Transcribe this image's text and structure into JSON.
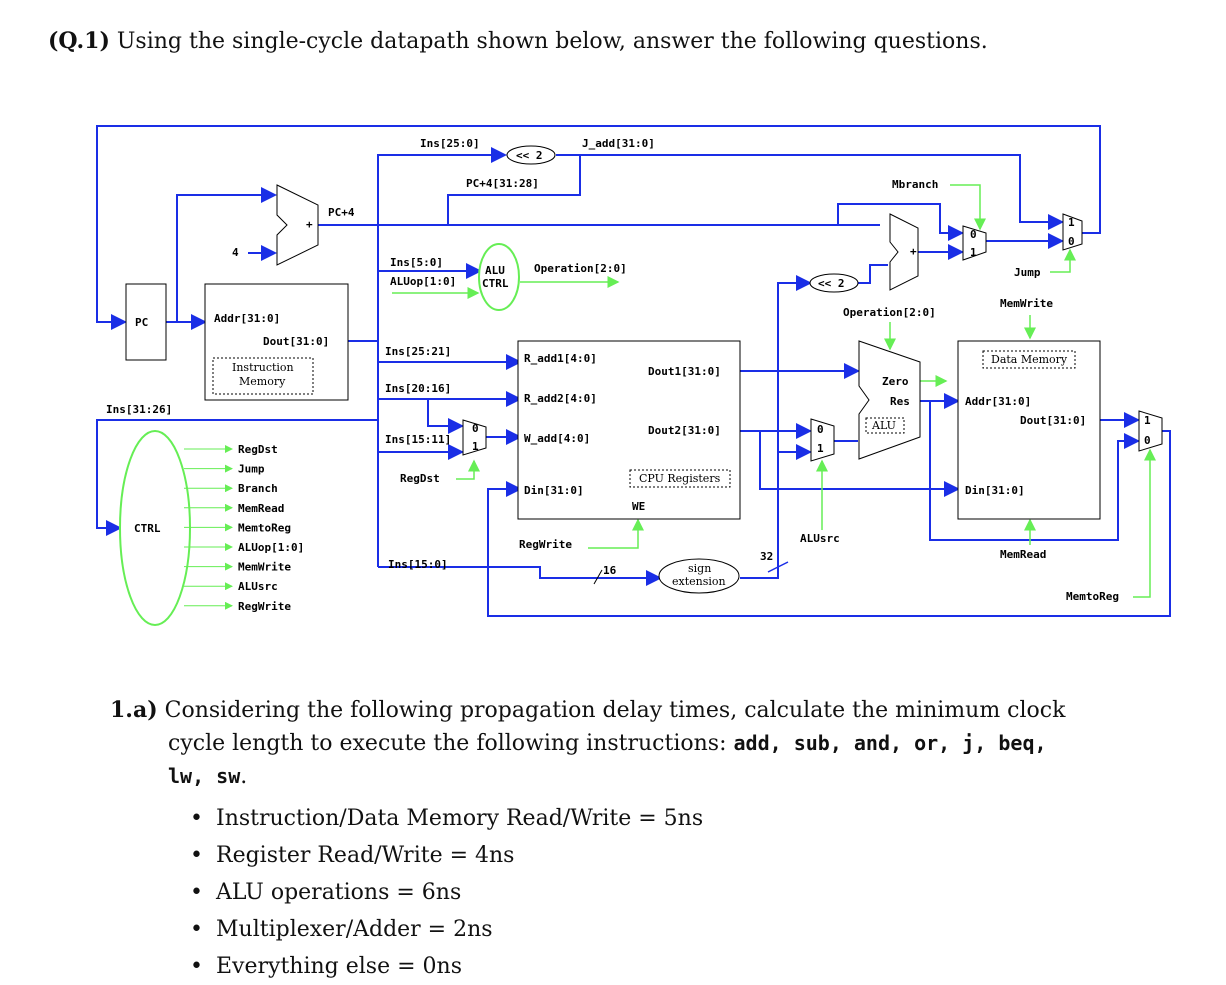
{
  "question": {
    "number": "(Q.1)",
    "text": "Using the single-cycle datapath shown below, answer the following questions."
  },
  "diagram": {
    "pc": "PC",
    "four": "4",
    "pc4": "PC+4",
    "plus": "+",
    "ins25_0": "Ins[25:0]",
    "shift2": "<< 2",
    "j_add": "J_add[31:0]",
    "pc4_31_28": "PC+4[31:28]",
    "mbranch": "Mbranch",
    "ins5_0": "Ins[5:0]",
    "aluop": "ALUop[1:0]",
    "alu_ctrl_1": "ALU",
    "alu_ctrl_2": "CTRL",
    "operation_top": "Operation[2:0]",
    "jump_sig": "Jump",
    "memwrite_sig": "MemWrite",
    "operation_alu": "Operation[2:0]",
    "im_addr": "Addr[31:0]",
    "im_dout": "Dout[31:0]",
    "im_label_1": "Instruction",
    "im_label_2": "Memory",
    "ins25_21": "Ins[25:21]",
    "ins20_16": "Ins[20:16]",
    "ins15_11": "Ins[15:11]",
    "ins31_26": "Ins[31:26]",
    "r_add1": "R_add1[4:0]",
    "r_add2": "R_add2[4:0]",
    "w_add": "W_add[4:0]",
    "din_reg": "Din[31:0]",
    "dout1": "Dout1[31:0]",
    "dout2": "Dout2[31:0]",
    "cpu_regs": "CPU Registers",
    "we": "WE",
    "regdst_sig": "RegDst",
    "regwrite_sig": "RegWrite",
    "ins15_0": "Ins[15:0]",
    "bits16": "16",
    "bits32": "32",
    "sign_1": "sign",
    "sign_2": "extension",
    "zero": "Zero",
    "res": "Res",
    "alu": "ALU",
    "alusrc_sig": "ALUsrc",
    "dm_label": "Data Memory",
    "dm_addr": "Addr[31:0]",
    "dm_dout": "Dout[31:0]",
    "dm_din": "Din[31:0]",
    "memread_sig": "MemRead",
    "memtoreg_sig": "MemtoReg",
    "ctrl": "CTRL",
    "ctrl_outputs": [
      "RegDst",
      "Jump",
      "Branch",
      "MemRead",
      "MemtoReg",
      "ALUop[1:0]",
      "MemWrite",
      "ALUsrc",
      "RegWrite"
    ],
    "mux0": "0",
    "mux1": "1"
  },
  "part_a": {
    "label": "1.a)",
    "text_line1": "Considering the following propagation delay times, calculate the minimum clock",
    "text_line2": "cycle length to execute the following instructions:",
    "instructions": "add, sub, and, or, j, beq,",
    "instructions_line2": "lw, sw",
    "period": ".",
    "delays": [
      "Instruction/Data Memory Read/Write = 5ns",
      "Register Read/Write = 4ns",
      "ALU operations = 6ns",
      "Multiplexer/Adder = 2ns",
      "Everything else = 0ns"
    ]
  },
  "colors": {
    "data_wire": "#1a2ee6",
    "control_wire": "#66ee55"
  }
}
